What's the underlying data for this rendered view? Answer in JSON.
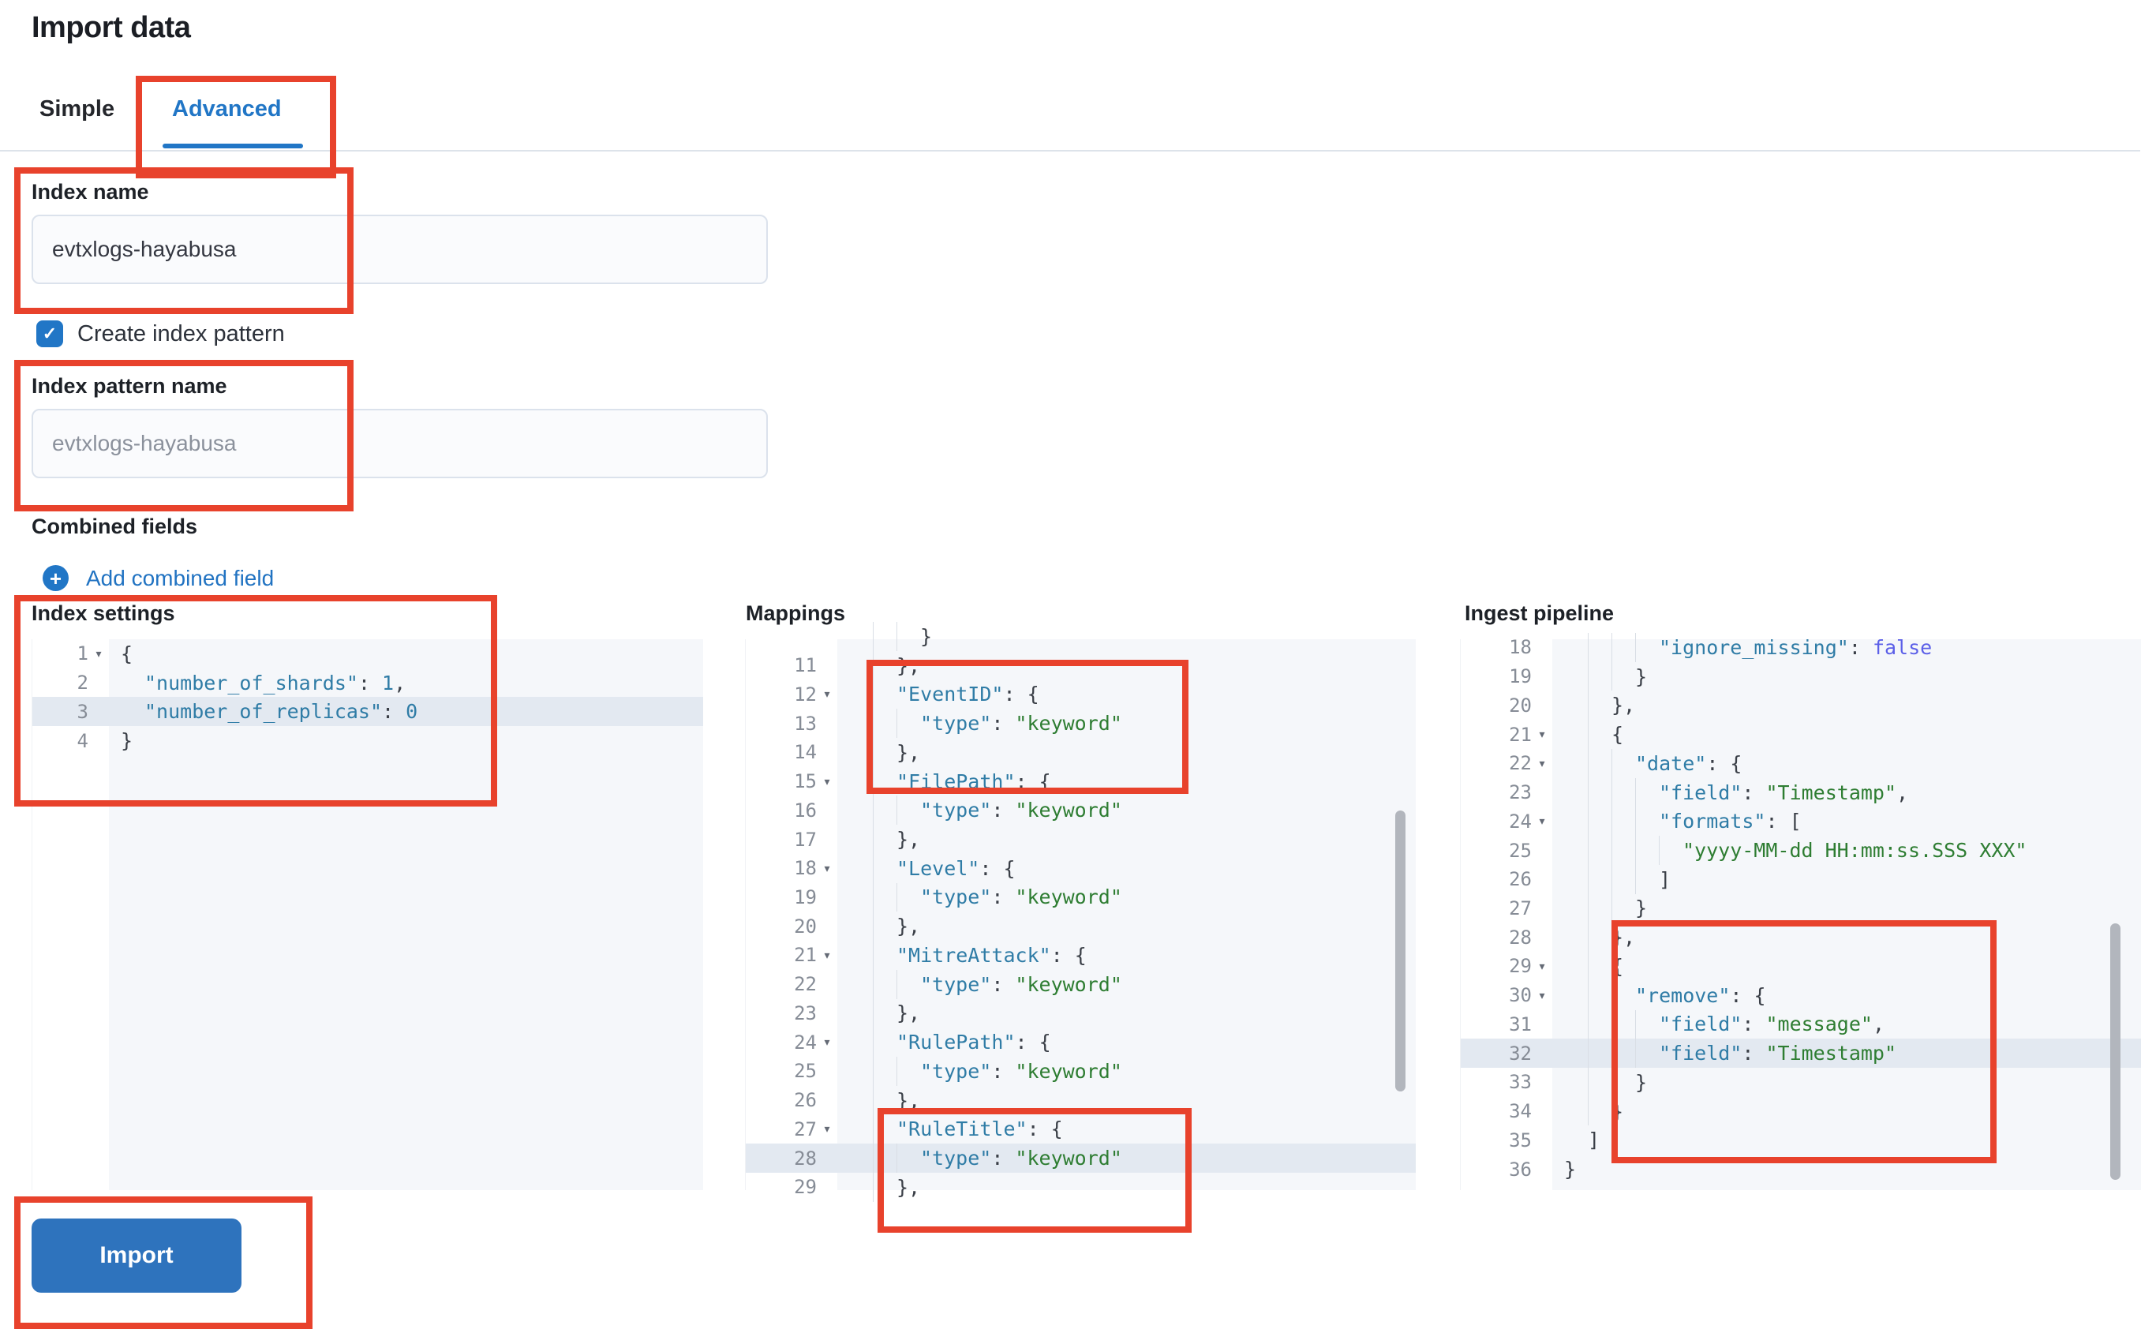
{
  "page": {
    "title": "Import data"
  },
  "tabs": [
    {
      "label": "Simple",
      "active": false
    },
    {
      "label": "Advanced",
      "active": true
    }
  ],
  "form": {
    "index_name": {
      "label": "Index name",
      "value": "evtxlogs-hayabusa"
    },
    "create_index_pattern": {
      "label": "Create index pattern",
      "checked": true
    },
    "index_pattern_name": {
      "label": "Index pattern name",
      "placeholder": "evtxlogs-hayabusa"
    },
    "combined_fields": {
      "label": "Combined fields",
      "add_link": "Add combined field"
    }
  },
  "icons": {
    "plus": "+",
    "check": "✓",
    "fold": "▾"
  },
  "colors": {
    "primary_blue": "#2176c6",
    "button_blue": "#2e73bd",
    "annotation_red": "#e8422c",
    "code_key": "#2f7ca6",
    "code_string": "#2e7d32",
    "code_constant": "#5b5fe8",
    "editor_bg": "#f5f7fa",
    "active_line_bg": "#e3e9f1"
  },
  "import_button": {
    "label": "Import"
  },
  "editors": [
    {
      "id": "index-settings",
      "label": "Index settings",
      "active_line": 3,
      "lines": [
        {
          "n": "1",
          "fold": true,
          "indent": 0,
          "tokens": [
            [
              "p",
              "{"
            ]
          ]
        },
        {
          "n": "2",
          "fold": false,
          "indent": 1,
          "tokens": [
            [
              "k",
              "\"number_of_shards\""
            ],
            [
              "p",
              ": "
            ],
            [
              "n",
              "1"
            ],
            [
              "p",
              ","
            ]
          ]
        },
        {
          "n": "3",
          "fold": false,
          "indent": 1,
          "active": true,
          "tokens": [
            [
              "k",
              "\"number_of_replicas\""
            ],
            [
              "p",
              ": "
            ],
            [
              "n",
              "0"
            ]
          ]
        },
        {
          "n": "4",
          "fold": false,
          "indent": 0,
          "tokens": [
            [
              "p",
              "}"
            ]
          ]
        }
      ]
    },
    {
      "id": "mappings",
      "label": "Mappings",
      "active_line": 28,
      "lines": [
        {
          "n": "",
          "fold": false,
          "indent": 3,
          "tokens": [
            [
              "p",
              "}"
            ]
          ]
        },
        {
          "n": "11",
          "fold": false,
          "indent": 2,
          "tokens": [
            [
              "p",
              "},"
            ]
          ]
        },
        {
          "n": "12",
          "fold": true,
          "indent": 2,
          "tokens": [
            [
              "k",
              "\"EventID\""
            ],
            [
              "p",
              ": {"
            ]
          ]
        },
        {
          "n": "13",
          "fold": false,
          "indent": 3,
          "tokens": [
            [
              "k",
              "\"type\""
            ],
            [
              "p",
              ": "
            ],
            [
              "s",
              "\"keyword\""
            ]
          ]
        },
        {
          "n": "14",
          "fold": false,
          "indent": 2,
          "tokens": [
            [
              "p",
              "},"
            ]
          ]
        },
        {
          "n": "15",
          "fold": true,
          "indent": 2,
          "tokens": [
            [
              "k",
              "\"FilePath\""
            ],
            [
              "p",
              ": {"
            ]
          ]
        },
        {
          "n": "16",
          "fold": false,
          "indent": 3,
          "tokens": [
            [
              "k",
              "\"type\""
            ],
            [
              "p",
              ": "
            ],
            [
              "s",
              "\"keyword\""
            ]
          ]
        },
        {
          "n": "17",
          "fold": false,
          "indent": 2,
          "tokens": [
            [
              "p",
              "},"
            ]
          ]
        },
        {
          "n": "18",
          "fold": true,
          "indent": 2,
          "tokens": [
            [
              "k",
              "\"Level\""
            ],
            [
              "p",
              ": {"
            ]
          ]
        },
        {
          "n": "19",
          "fold": false,
          "indent": 3,
          "tokens": [
            [
              "k",
              "\"type\""
            ],
            [
              "p",
              ": "
            ],
            [
              "s",
              "\"keyword\""
            ]
          ]
        },
        {
          "n": "20",
          "fold": false,
          "indent": 2,
          "tokens": [
            [
              "p",
              "},"
            ]
          ]
        },
        {
          "n": "21",
          "fold": true,
          "indent": 2,
          "tokens": [
            [
              "k",
              "\"MitreAttack\""
            ],
            [
              "p",
              ": {"
            ]
          ]
        },
        {
          "n": "22",
          "fold": false,
          "indent": 3,
          "tokens": [
            [
              "k",
              "\"type\""
            ],
            [
              "p",
              ": "
            ],
            [
              "s",
              "\"keyword\""
            ]
          ]
        },
        {
          "n": "23",
          "fold": false,
          "indent": 2,
          "tokens": [
            [
              "p",
              "},"
            ]
          ]
        },
        {
          "n": "24",
          "fold": true,
          "indent": 2,
          "tokens": [
            [
              "k",
              "\"RulePath\""
            ],
            [
              "p",
              ": {"
            ]
          ]
        },
        {
          "n": "25",
          "fold": false,
          "indent": 3,
          "tokens": [
            [
              "k",
              "\"type\""
            ],
            [
              "p",
              ": "
            ],
            [
              "s",
              "\"keyword\""
            ]
          ]
        },
        {
          "n": "26",
          "fold": false,
          "indent": 2,
          "tokens": [
            [
              "p",
              "},"
            ]
          ]
        },
        {
          "n": "27",
          "fold": true,
          "indent": 2,
          "tokens": [
            [
              "k",
              "\"RuleTitle\""
            ],
            [
              "p",
              ": {"
            ]
          ]
        },
        {
          "n": "28",
          "fold": false,
          "indent": 3,
          "active": true,
          "tokens": [
            [
              "k",
              "\"type\""
            ],
            [
              "p",
              ": "
            ],
            [
              "s",
              "\"keyword\""
            ]
          ]
        },
        {
          "n": "29",
          "fold": false,
          "indent": 2,
          "tokens": [
            [
              "p",
              "},"
            ]
          ]
        }
      ]
    },
    {
      "id": "ingest-pipeline",
      "label": "Ingest pipeline",
      "active_line": 32,
      "lines": [
        {
          "n": "18",
          "fold": false,
          "indent": 4,
          "tokens": [
            [
              "k",
              "\"ignore_missing\""
            ],
            [
              "p",
              ": "
            ],
            [
              "c",
              "false"
            ]
          ]
        },
        {
          "n": "19",
          "fold": false,
          "indent": 3,
          "tokens": [
            [
              "p",
              "}"
            ]
          ]
        },
        {
          "n": "20",
          "fold": false,
          "indent": 2,
          "tokens": [
            [
              "p",
              "},"
            ]
          ]
        },
        {
          "n": "21",
          "fold": true,
          "indent": 2,
          "tokens": [
            [
              "p",
              "{"
            ]
          ]
        },
        {
          "n": "22",
          "fold": true,
          "indent": 3,
          "tokens": [
            [
              "k",
              "\"date\""
            ],
            [
              "p",
              ": {"
            ]
          ]
        },
        {
          "n": "23",
          "fold": false,
          "indent": 4,
          "tokens": [
            [
              "k",
              "\"field\""
            ],
            [
              "p",
              ": "
            ],
            [
              "s",
              "\"Timestamp\""
            ],
            [
              "p",
              ","
            ]
          ]
        },
        {
          "n": "24",
          "fold": true,
          "indent": 4,
          "tokens": [
            [
              "k",
              "\"formats\""
            ],
            [
              "p",
              ": ["
            ]
          ]
        },
        {
          "n": "25",
          "fold": false,
          "indent": 5,
          "tokens": [
            [
              "s",
              "\"yyyy-MM-dd HH:mm:ss.SSS XXX\""
            ]
          ]
        },
        {
          "n": "26",
          "fold": false,
          "indent": 4,
          "tokens": [
            [
              "p",
              "]"
            ]
          ]
        },
        {
          "n": "27",
          "fold": false,
          "indent": 3,
          "tokens": [
            [
              "p",
              "}"
            ]
          ]
        },
        {
          "n": "28",
          "fold": false,
          "indent": 2,
          "tokens": [
            [
              "p",
              "},"
            ]
          ]
        },
        {
          "n": "29",
          "fold": true,
          "indent": 2,
          "tokens": [
            [
              "p",
              "{"
            ]
          ]
        },
        {
          "n": "30",
          "fold": true,
          "indent": 3,
          "tokens": [
            [
              "k",
              "\"remove\""
            ],
            [
              "p",
              ": {"
            ]
          ]
        },
        {
          "n": "31",
          "fold": false,
          "indent": 4,
          "tokens": [
            [
              "k",
              "\"field\""
            ],
            [
              "p",
              ": "
            ],
            [
              "s",
              "\"message\""
            ],
            [
              "p",
              ","
            ]
          ]
        },
        {
          "n": "32",
          "fold": false,
          "indent": 4,
          "active": true,
          "tokens": [
            [
              "k",
              "\"field\""
            ],
            [
              "p",
              ": "
            ],
            [
              "s",
              "\"Timestamp\""
            ]
          ]
        },
        {
          "n": "33",
          "fold": false,
          "indent": 3,
          "tokens": [
            [
              "p",
              "}"
            ]
          ]
        },
        {
          "n": "34",
          "fold": false,
          "indent": 2,
          "tokens": [
            [
              "p",
              "}"
            ]
          ]
        },
        {
          "n": "35",
          "fold": false,
          "indent": 1,
          "tokens": [
            [
              "p",
              "]"
            ]
          ]
        },
        {
          "n": "36",
          "fold": false,
          "indent": 0,
          "tokens": [
            [
              "p",
              "}"
            ]
          ]
        }
      ]
    }
  ]
}
